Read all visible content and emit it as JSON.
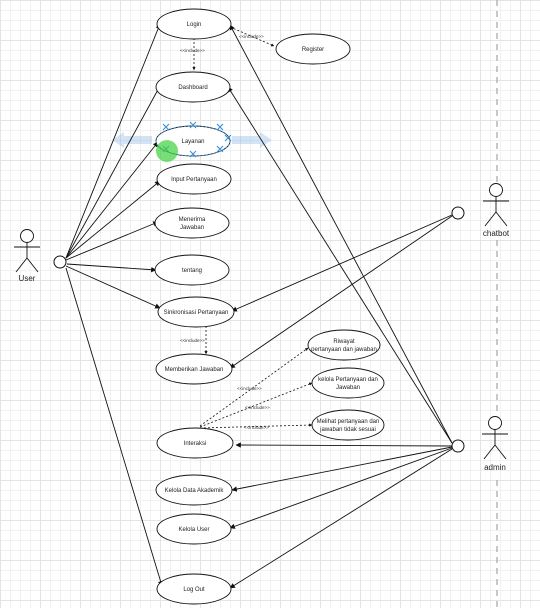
{
  "actors": {
    "user": "User",
    "chatbot": "chatbot",
    "admin": "admin"
  },
  "use_cases": {
    "login": "Login",
    "register": "Register",
    "dashboard": "Dashboard",
    "layanan": "Layanan",
    "input_pertanyaan": "Input Pertanyaan",
    "menerima_jawaban_1": "Menerima",
    "menerima_jawaban_2": "Jawaban",
    "tentang": "tentang",
    "sinkronisasi": "Sinkronisasi Pertanyaan",
    "memberikan_jawaban": "Memberikan  Jawaban",
    "riwayat_1": "Riwayat",
    "riwayat_2": "pertanyaan dan jawaban",
    "kelola_pj_1": "kelola Pertanyaan dan",
    "kelola_pj_2": "Jawaban",
    "melihat_1": "Melihat pertanyaan dan",
    "melihat_2": "jawaban  tidak sesuai",
    "interaksi": "Interaksi",
    "kelola_akademik": "Kelola Data Akademik",
    "kelola_user": "Kelola User",
    "logout": "Log Out"
  },
  "include_label": "<<include>>"
}
